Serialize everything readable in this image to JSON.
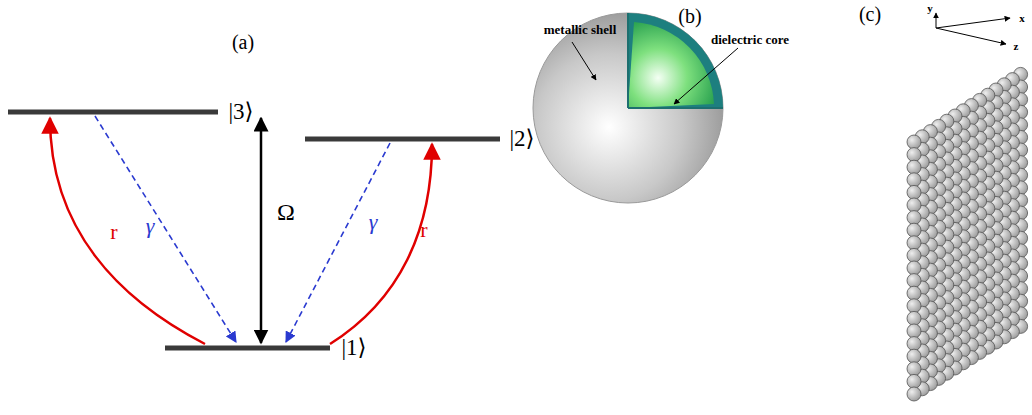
{
  "diagram": {
    "labels": [
      "(a)",
      "|3⟩",
      "|2⟩",
      "|1⟩",
      "r",
      "γ",
      "Ω",
      "γ",
      "r",
      "(b)",
      "metallic shell",
      "dielectric core",
      "(c)",
      "y",
      "x",
      "z"
    ]
  }
}
